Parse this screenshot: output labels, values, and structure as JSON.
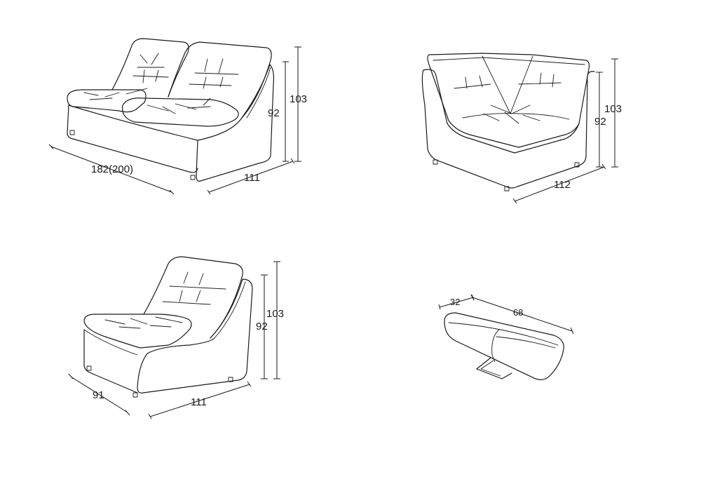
{
  "sofa_two_seat": {
    "width_label": "182(200)",
    "depth_label": "111",
    "seat_height_label": "92",
    "total_height_label": "103"
  },
  "corner_seat": {
    "width_label": "112",
    "seat_height_label": "92",
    "total_height_label": "103"
  },
  "armless_chair": {
    "width_label": "91",
    "depth_label": "111",
    "seat_height_label": "92",
    "total_height_label": "103"
  },
  "ottoman": {
    "width_label": "32",
    "length_label": "68"
  }
}
